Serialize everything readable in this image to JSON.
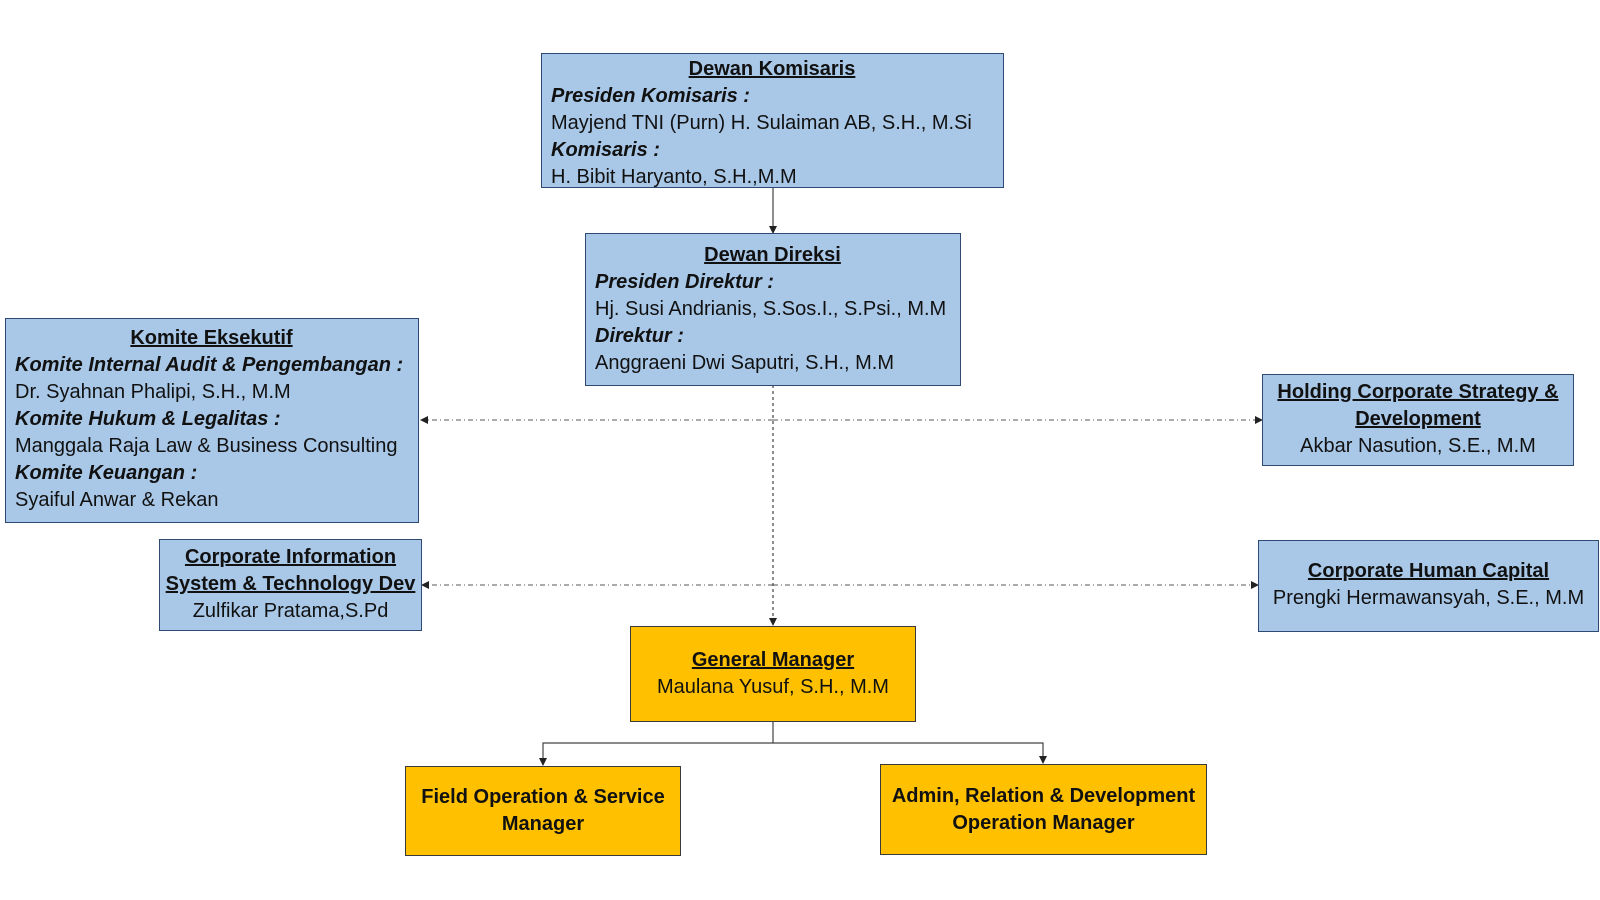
{
  "dewan_komisaris": {
    "title": "Dewan Komisaris",
    "members": [
      {
        "role": "Presiden Komisaris :",
        "name": "Mayjend TNI (Purn) H. Sulaiman AB, S.H., M.Si"
      },
      {
        "role": "Komisaris :",
        "name": "H. Bibit Haryanto, S.H.,M.M"
      }
    ]
  },
  "dewan_direksi": {
    "title": "Dewan Direksi",
    "members": [
      {
        "role": "Presiden Direktur :",
        "name": "Hj. Susi Andrianis, S.Sos.I., S.Psi., M.M"
      },
      {
        "role": "Direktur :",
        "name": "Anggraeni Dwi Saputri, S.H., M.M"
      }
    ]
  },
  "komite_eksekutif": {
    "title": "Komite Eksekutif",
    "members": [
      {
        "role": "Komite Internal Audit & Pengembangan :",
        "name": "Dr. Syahnan Phalipi, S.H., M.M"
      },
      {
        "role": "Komite Hukum & Legalitas :",
        "name": "Manggala Raja Law & Business Consulting"
      },
      {
        "role": "Komite Keuangan :",
        "name": "Syaiful Anwar & Rekan"
      }
    ]
  },
  "holding_strategy": {
    "title_line1": "Holding Corporate Strategy &",
    "title_line2": "Development",
    "name": "Akbar Nasution, S.E., M.M"
  },
  "corp_info_system": {
    "title_line1": "Corporate Information",
    "title_line2": "System & Technology Dev",
    "name": "Zulfikar Pratama,S.Pd"
  },
  "corp_human_capital": {
    "title": "Corporate Human Capital",
    "name": "Prengki Hermawansyah, S.E., M.M"
  },
  "general_manager": {
    "title": "General Manager",
    "name": "Maulana Yusuf, S.H., M.M"
  },
  "field_operation": {
    "line1": "Field Operation & Service",
    "line2": "Manager"
  },
  "admin_relation": {
    "line1": "Admin, Relation & Development",
    "line2": "Operation Manager"
  },
  "colors": {
    "board_fill": "#a9c8e8",
    "manager_fill": "#ffc000",
    "border": "#2f4a72"
  }
}
